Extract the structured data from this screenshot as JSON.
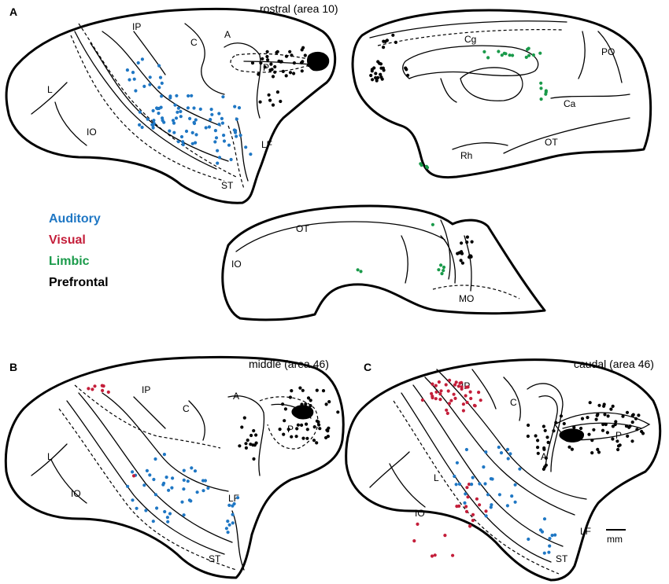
{
  "colors": {
    "auditory": "#1f77c4",
    "visual": "#c41e3a",
    "limbic": "#1a9a4a",
    "prefrontal": "#000000"
  },
  "legend": {
    "auditory": "Auditory",
    "visual": "Visual",
    "limbic": "Limbic",
    "prefrontal": "Prefrontal"
  },
  "panels": {
    "A": {
      "letter": "A",
      "title": "rostral (area 10)",
      "lateral_labels": {
        "ip": "IP",
        "c": "C",
        "a": "A",
        "p": "P",
        "l": "L",
        "io": "IO",
        "lf": "LF",
        "st": "ST"
      },
      "medial_labels": {
        "cg": "Cg",
        "po": "PO",
        "ca": "Ca",
        "rh": "Rh",
        "ot": "OT"
      },
      "ventral_labels": {
        "ot": "OT",
        "io": "IO",
        "mo": "MO"
      }
    },
    "B": {
      "letter": "B",
      "title": "middle (area 46)",
      "labels": {
        "ip": "IP",
        "c": "C",
        "a": "A",
        "p": "P",
        "l": "L",
        "io": "IO",
        "lf": "LF",
        "st": "ST"
      }
    },
    "C": {
      "letter": "C",
      "title": "caudal (area 46)",
      "labels": {
        "ip": "IP",
        "c": "C",
        "a": "A",
        "p": "P",
        "l": "L",
        "io": "IO",
        "lf": "LF",
        "st": "ST"
      }
    }
  },
  "scale_bar": {
    "label": "mm"
  }
}
